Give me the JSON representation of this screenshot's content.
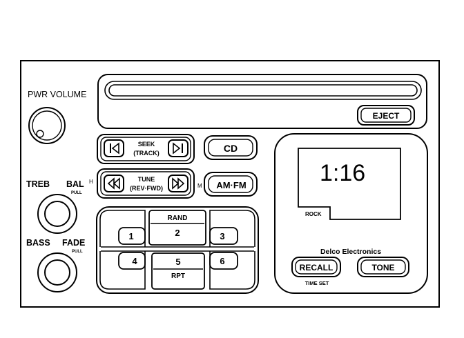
{
  "knobs": {
    "pwr_volume": "PWR VOLUME",
    "treb": "TREB",
    "bal": "BAL",
    "bal_pull": "PULL",
    "bass": "BASS",
    "fade": "FADE",
    "fade_pull": "PULL"
  },
  "buttons": {
    "eject": "EJECT",
    "seek": "SEEK",
    "seek_sub": "(TRACK)",
    "cd": "CD",
    "tune": "TUNE",
    "tune_sub": "(REV·FWD)",
    "amfm": "AM·FM",
    "side_h": "H",
    "side_m": "M",
    "recall": "RECALL",
    "time_set": "TIME SET",
    "tone": "TONE"
  },
  "presets": {
    "p1": "1",
    "p2": "2",
    "p3": "3",
    "p4": "4",
    "p5": "5",
    "p6": "6",
    "rand": "RAND",
    "rpt": "RPT"
  },
  "display": {
    "time": "1:16",
    "rock": "ROCK"
  },
  "brand": "Delco Electronics"
}
